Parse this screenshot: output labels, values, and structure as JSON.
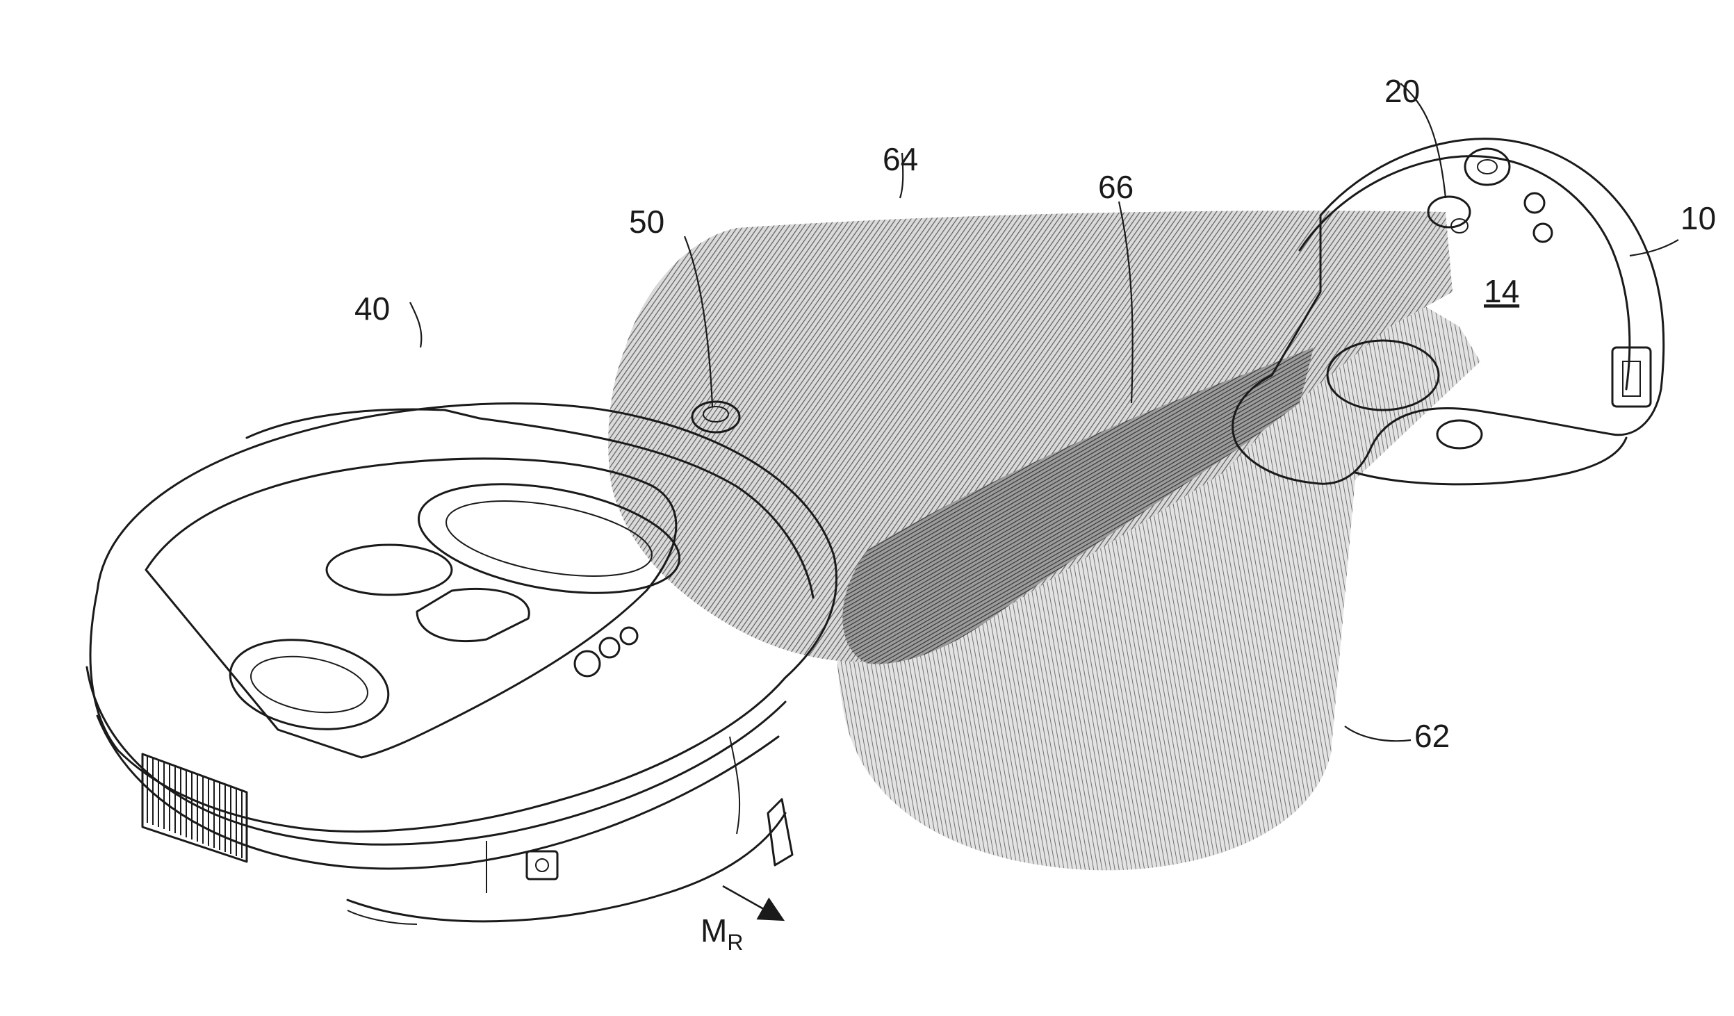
{
  "figure": {
    "labels": {
      "robot": "40",
      "robot_emitter": "50",
      "beacon": "10",
      "beacon_emitter": "20",
      "beacon_body": "14",
      "field_upper": "64",
      "field_overlap": "66",
      "field_lower": "62"
    },
    "motion": {
      "letter": "M",
      "subscript": "R"
    }
  }
}
